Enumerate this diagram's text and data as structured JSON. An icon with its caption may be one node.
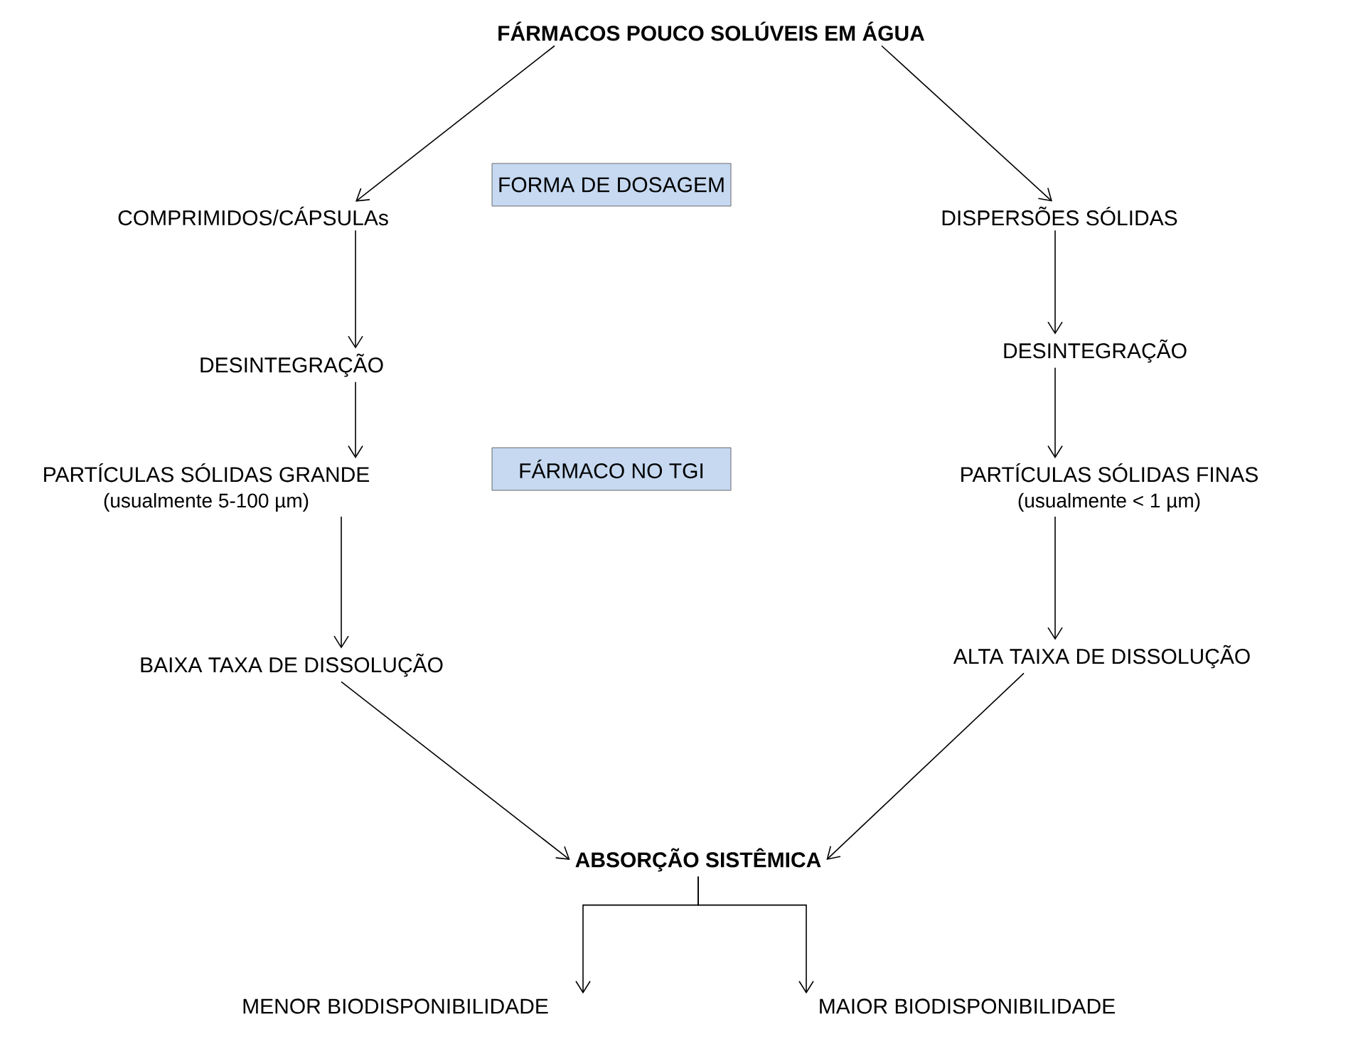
{
  "diagram": {
    "nodes": [
      {
        "text": [
          "FÁRMACOS POUCO SOLÚVEIS EM ÁGUA"
        ]
      },
      {
        "text": [
          "COMPRIMIDOS/CÁPSULAs"
        ]
      },
      {
        "text": [
          "FORMA DE DOSAGEM"
        ]
      },
      {
        "text": [
          "DISPERSÕES SÓLIDAS"
        ]
      },
      {
        "text": [
          "DESINTEGRAÇÃO"
        ]
      },
      {
        "text": [
          "DESINTEGRAÇÃO"
        ]
      },
      {
        "text": [
          "PARTÍCULAS SÓLIDAS GRANDE",
          "(usualmente 5-100 µm)"
        ]
      },
      {
        "text": [
          "FÁRMACO NO TGI"
        ]
      },
      {
        "text": [
          "PARTÍCULAS SÓLIDAS FINAS",
          "(usualmente < 1 µm)"
        ]
      },
      {
        "text": [
          "BAIXA TAXA DE DISSOLUÇÃO"
        ]
      },
      {
        "text": [
          "ALTA TAIXA DE DISSOLUÇÃO"
        ]
      },
      {
        "text": [
          "ABSORÇÃO SISTÊMICA"
        ]
      },
      {
        "text": [
          "MENOR BIODISPONIBILIDADE"
        ]
      },
      {
        "text": [
          "MAIOR BIODISPONIBILIDADE"
        ]
      }
    ],
    "edges": [
      {
        "from": 0,
        "to": 1,
        "arrow": "to"
      },
      {
        "from": 0,
        "to": 3,
        "arrow": "to"
      },
      {
        "from": 1,
        "to": 4,
        "arrow": "to"
      },
      {
        "from": 4,
        "to": 6,
        "arrow": "to"
      },
      {
        "from": 6,
        "to": 9,
        "arrow": "to"
      },
      {
        "from": 3,
        "to": 5,
        "arrow": "to"
      },
      {
        "from": 5,
        "to": 8,
        "arrow": "to"
      },
      {
        "from": 8,
        "to": 10,
        "arrow": "to"
      },
      {
        "from": 9,
        "to": 11,
        "arrow": "to"
      },
      {
        "from": 10,
        "to": 11,
        "arrow": "to"
      },
      {
        "from": 11,
        "to": 12,
        "arrow": "to"
      },
      {
        "from": 11,
        "to": 13,
        "arrow": "to"
      }
    ]
  }
}
